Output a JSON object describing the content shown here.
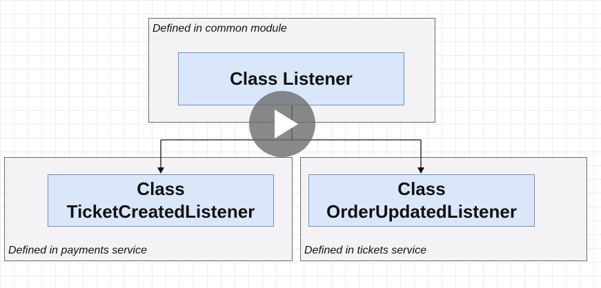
{
  "common_module": {
    "label": "Defined in common module",
    "class_line1": "Class Listener"
  },
  "payments_module": {
    "label": "Defined in payments service",
    "class_line1": "Class",
    "class_line2": "TicketCreatedListener"
  },
  "tickets_module": {
    "label": "Defined in tickets service",
    "class_line1": "Class",
    "class_line2": "OrderUpdatedListener"
  },
  "video_overlay": {
    "icon": "play-icon"
  },
  "colors": {
    "module_fill": "#f4f2f4",
    "class_fill": "#dae7fb",
    "class_border": "#6c8ebf"
  }
}
